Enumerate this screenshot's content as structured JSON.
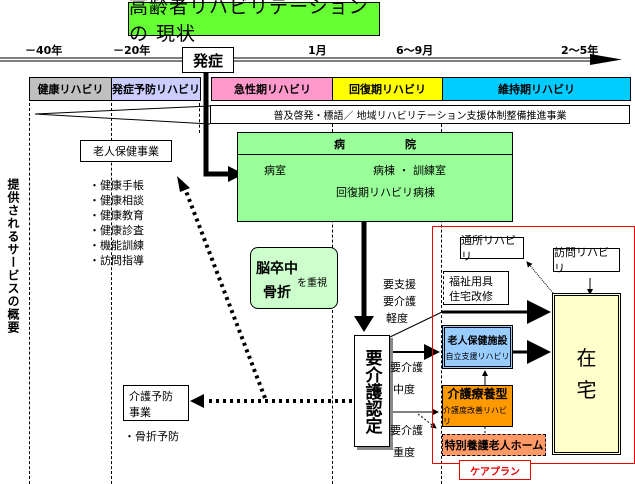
{
  "title": "高齢者リハビリテーションの 現状",
  "timeline": {
    "ticks": [
      "－40年",
      "－20年",
      "1月",
      "6～9月",
      "2～5年"
    ],
    "onset": "発症"
  },
  "phases": [
    {
      "label": "健康リハビリ",
      "color": "#c0c0c0"
    },
    {
      "label": "発症予防リハビリ",
      "color": "#ccccff"
    },
    {
      "label": "急性期リハビリ",
      "color": "#ff99cc"
    },
    {
      "label": "回復期リハビリ",
      "color": "#ffff00"
    },
    {
      "label": "維持期リハビリ",
      "color": "#00ccff"
    }
  ],
  "promotion": "普及啓発・標語／ 地域リハビリテーション支援体制整備推進事業",
  "side_label": "提供されるサービスの概要",
  "elderly_health": {
    "title": "老人保健事業",
    "items": [
      "・健康手帳",
      "・健康相談",
      "・健康教育",
      "・健康診査",
      "・機能訓練",
      "・訪問指導"
    ]
  },
  "hospital": {
    "title_left": "病",
    "title_right": "院",
    "ward": "病室",
    "ward_training": "病棟 ・ 訓練室",
    "recovery_ward": "回復期リハビリ病棟"
  },
  "stroke_badge": {
    "line1": "脳卒中",
    "line2": "骨折",
    "suffix": "を重視"
  },
  "care_prevention": {
    "title_line1": "介護予防",
    "title_line2": "事業",
    "item": "・骨折予防"
  },
  "certification": "要介護認定",
  "levels": {
    "light": [
      "要支援",
      "要介護",
      "軽度"
    ],
    "medium": [
      "要介護",
      "中度"
    ],
    "severe": [
      "要介護",
      "重度"
    ]
  },
  "services": {
    "day_rehab": "通所リハビリ",
    "visit_rehab": "訪問リハビリ",
    "welfare": [
      "福祉用具",
      "住宅改修"
    ],
    "health_facility": {
      "title": "老人保健施設",
      "sub": "自立支援リハビリ"
    },
    "care_medical": {
      "title": "介護療養型",
      "sub": "介護度改善リハビリ"
    },
    "nursing_home": "特別養護老人ホーム",
    "home": [
      "在",
      "宅"
    ]
  },
  "careplan": "ケアプラン"
}
